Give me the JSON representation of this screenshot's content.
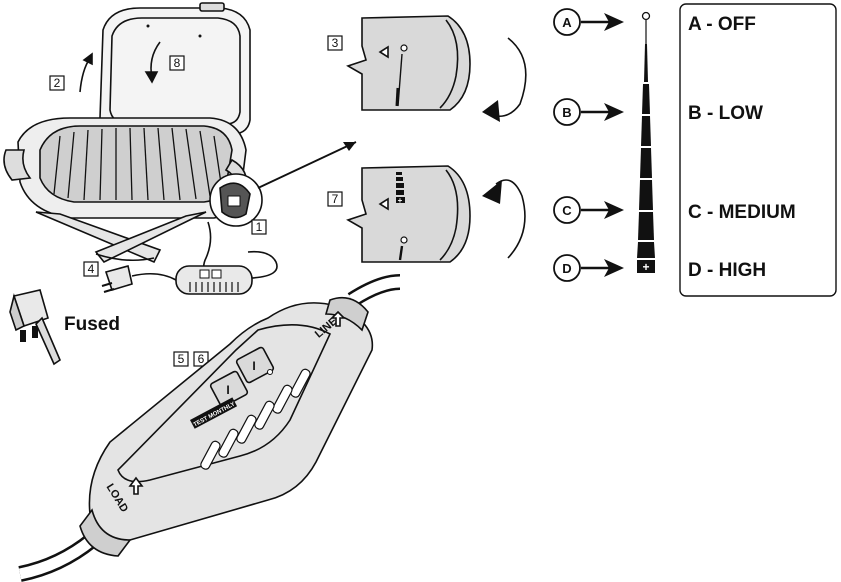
{
  "steps": {
    "s1": "1",
    "s2": "2",
    "s3": "3",
    "s4": "4",
    "s5": "5",
    "s6": "6",
    "s7": "7",
    "s8": "8"
  },
  "fused_label": "Fused",
  "rcd": {
    "line": "LINE",
    "load": "LOAD",
    "btn_test": "I",
    "btn_reset": "I",
    "test_strip": "TEST MONTHLY"
  },
  "knob": {
    "minus": "−",
    "plus": "+"
  },
  "settings": [
    {
      "marker": "A",
      "legend": "A - OFF"
    },
    {
      "marker": "B",
      "legend": "B - LOW"
    },
    {
      "marker": "C",
      "legend": "C - MEDIUM"
    },
    {
      "marker": "D",
      "legend": "D - HIGH"
    }
  ],
  "scale": {
    "plus": "+"
  },
  "colors": {
    "ink": "#111111",
    "panel": "#d9d9d9",
    "background": "#ffffff"
  }
}
